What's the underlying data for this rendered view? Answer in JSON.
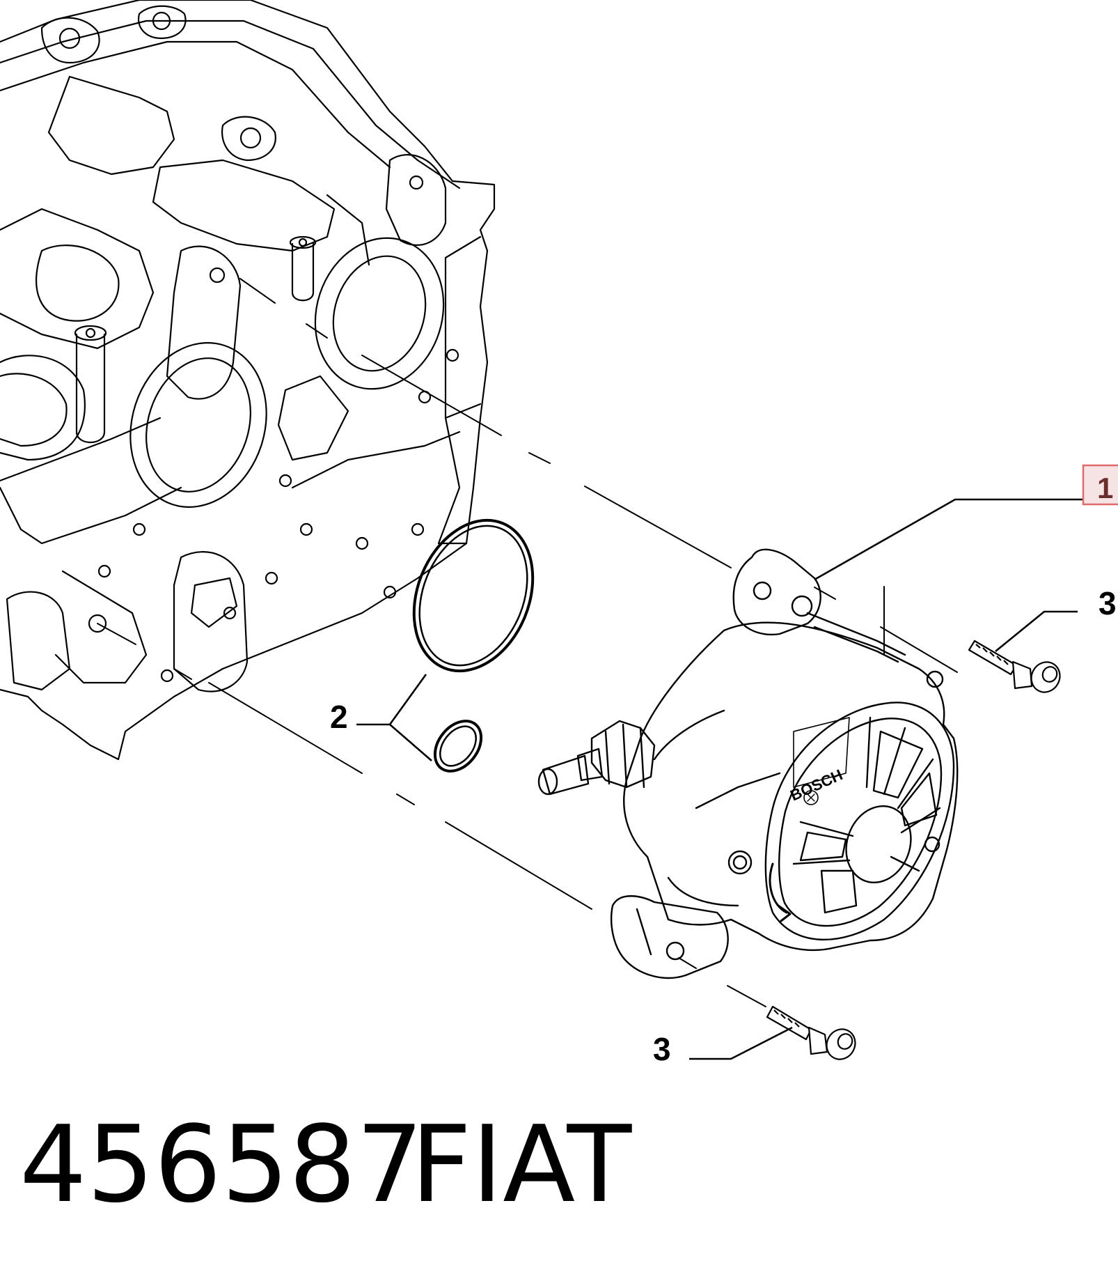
{
  "diagram": {
    "callouts": [
      {
        "id": "1",
        "label": "1",
        "highlighted": true
      },
      {
        "id": "2",
        "label": "2",
        "highlighted": false
      },
      {
        "id": "3a",
        "label": "3",
        "highlighted": false
      },
      {
        "id": "3b",
        "label": "3",
        "highlighted": false
      }
    ],
    "pump_brand_marking": "BOSCH"
  },
  "footer": {
    "part_number": "456587",
    "brand": "FIAT"
  },
  "colors": {
    "line": "#000000",
    "background": "#ffffff",
    "highlight_border": "#e06a6a",
    "highlight_fill": "#f6e3e3",
    "highlight_text": "#6b2c2c"
  }
}
